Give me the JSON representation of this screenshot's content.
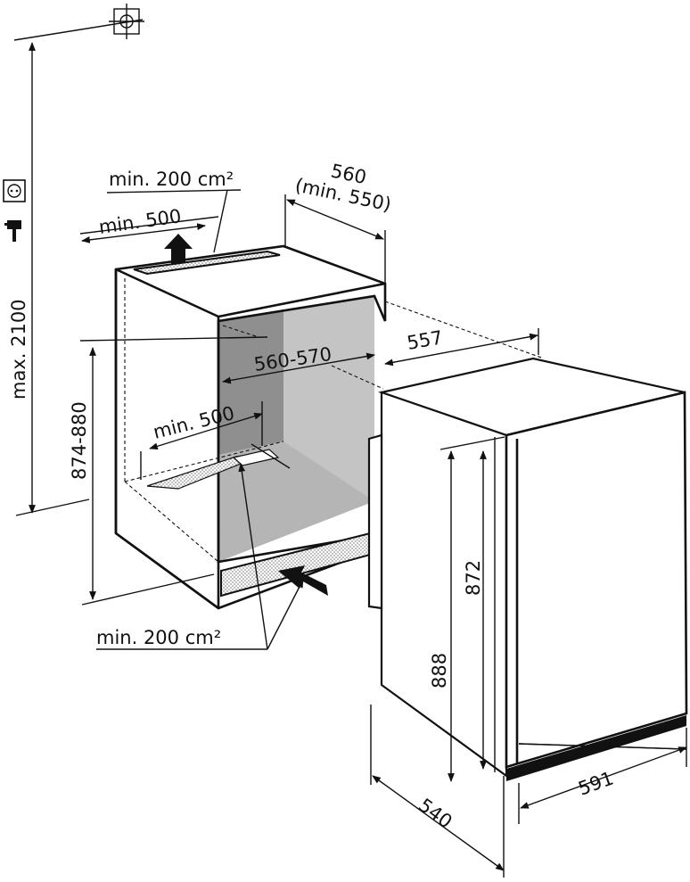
{
  "labels": {
    "max_height": "max. 2100",
    "niche_height": "874-880",
    "top_vent_area": "min. 200 cm²",
    "top_vent_depth": "min. 500",
    "niche_width_line1": "560",
    "niche_width_line2": "(min. 550)",
    "inner_width": "560-570",
    "bottom_depth": "min. 500",
    "bottom_vent_area": "min. 200 cm²",
    "depth_557": "557",
    "height_872": "872",
    "height_888": "888",
    "depth_540": "540",
    "width_591": "591"
  },
  "icons": [
    "wall-socket-icon",
    "power-plug-icon",
    "ceiling-reference-icon",
    "airflow-arrow-icon"
  ],
  "colors": {
    "stroke": "#111111",
    "niche_fill": "#bdbdbd",
    "niche_fill_dark": "#8f8f8f",
    "vent_hatch": "#999999"
  }
}
